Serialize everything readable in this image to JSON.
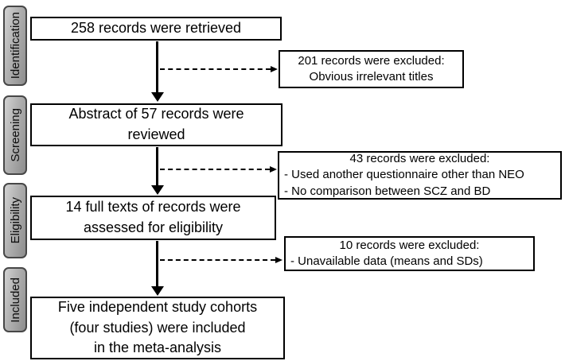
{
  "stages": [
    {
      "label": "Identification"
    },
    {
      "label": "Screening"
    },
    {
      "label": "Eligibility"
    },
    {
      "label": "Included"
    }
  ],
  "main_boxes": [
    {
      "text": "258 records were retrieved"
    },
    {
      "text": "Abstract of 57 records were\nreviewed"
    },
    {
      "text": "14 full texts of records were\nassessed for eligibility"
    },
    {
      "text": "Five independent study cohorts\n(four studies) were included\nin the meta-analysis"
    }
  ],
  "exclusion_boxes": [
    {
      "title": "201 records were excluded:",
      "lines": [
        "Obvious irrelevant titles"
      ]
    },
    {
      "title": "43 records were excluded:",
      "lines": [
        "- Used another questionnaire other than NEO",
        "- No comparison between SCZ and BD"
      ]
    },
    {
      "title": "10 records were excluded:",
      "lines": [
        "- Unavailable data (means and SDs)"
      ]
    }
  ],
  "colors": {
    "background": "#ffffff",
    "box_border": "#000000",
    "stage_fill_light": "#d2d2d2",
    "stage_fill_dark": "#8d8d8d",
    "stage_border": "#474747",
    "text": "#000000"
  }
}
